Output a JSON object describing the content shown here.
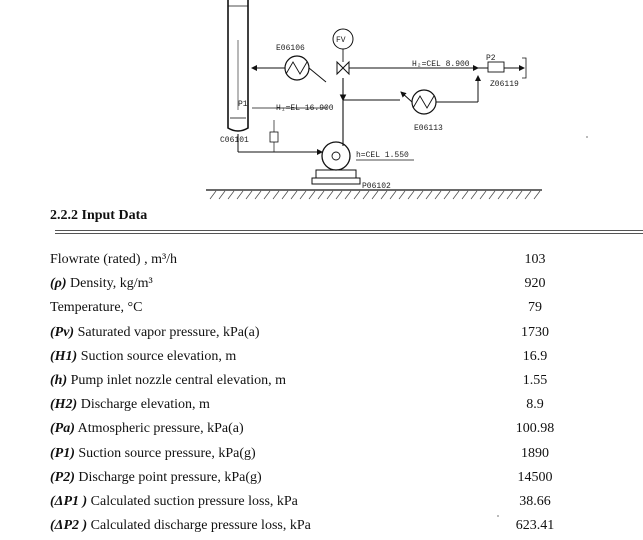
{
  "diagram": {
    "tags": {
      "vessel": "C06101",
      "exchanger_top": "E06106",
      "valve": "FV",
      "exchanger_right": "E06113",
      "pump": "P06102",
      "discharge_point": "Z06119",
      "p1": "P1",
      "p2": "P2"
    },
    "elevations": {
      "h1": "H₁=EL 16.900",
      "h2": "H₂=CEL 8.900",
      "h": "h=CEL 1.550"
    }
  },
  "section": {
    "title": "2.2.2 Input Data"
  },
  "rows": [
    {
      "sym": "",
      "label": "Flowrate (rated) , m³/h",
      "value": "103"
    },
    {
      "sym": "(ρ)",
      "label": " Density, kg/m³",
      "value": "920"
    },
    {
      "sym": "",
      "label": "Temperature, °C",
      "value": "79"
    },
    {
      "sym": "(Pv)",
      "label": " Saturated vapor pressure, kPa(a)",
      "value": "1730"
    },
    {
      "sym": "(H1)",
      "label": " Suction source elevation, m",
      "value": "16.9"
    },
    {
      "sym": "(h)",
      "label": " Pump inlet nozzle central elevation, m",
      "value": "1.55"
    },
    {
      "sym": "(H2)",
      "label": " Discharge elevation, m",
      "value": "8.9"
    },
    {
      "sym": "(Pa)",
      "label": " Atmospheric pressure, kPa(a)",
      "value": "100.98"
    },
    {
      "sym": "(P1)",
      "label": " Suction source pressure, kPa(g)",
      "value": "1890"
    },
    {
      "sym": "(P2)",
      "label": " Discharge point pressure, kPa(g)",
      "value": "14500"
    },
    {
      "sym": "(ΔP1 )",
      "label": " Calculated suction pressure loss, kPa",
      "value": "38.66"
    },
    {
      "sym": "(ΔP2 )",
      "label": " Calculated discharge pressure loss, kPa",
      "value": "623.41"
    }
  ]
}
